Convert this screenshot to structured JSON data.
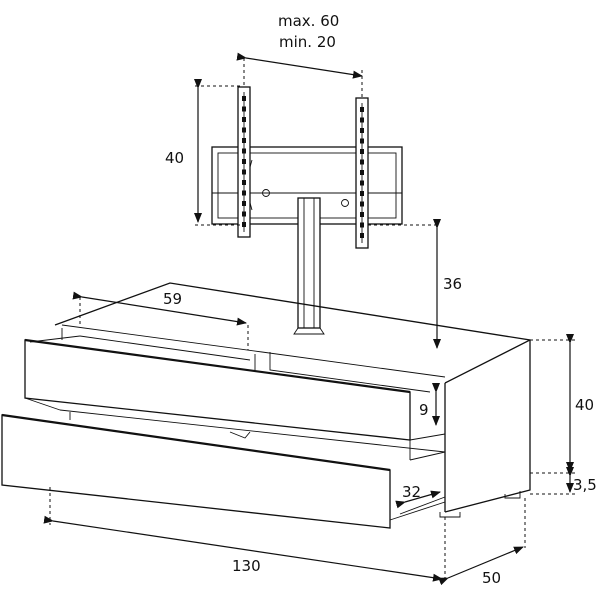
{
  "dimensions": {
    "vesa_width_max": "max. 60",
    "vesa_width_min": "min. 20",
    "vesa_height": "40",
    "stand_height": "36",
    "inner_width": "59",
    "cabinet_height": "40",
    "drawer_depth": "9",
    "drawer_inner": "32",
    "feet_height": "3,5",
    "total_width": "130",
    "total_depth": "50"
  }
}
